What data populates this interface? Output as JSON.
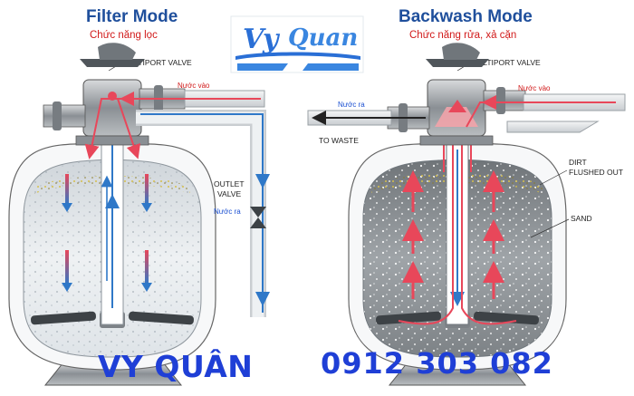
{
  "filter_panel": {
    "title": "Filter Mode",
    "subtitle": "Chức năng lọc",
    "valve_label": "MULTIPORT VALVE",
    "inlet_label": "Nước vào",
    "outlet_valve_label_line1": "OUTLET",
    "outlet_valve_label_line2": "VALVE",
    "outlet_water_label": "Nước ra"
  },
  "backwash_panel": {
    "title": "Backwash Mode",
    "subtitle": "Chức năng rửa, xả cặn",
    "valve_label": "MULTIPORT VALVE",
    "inlet_label": "Nước vào",
    "outlet_water_label": "Nước ra",
    "waste_label": "TO WASTE",
    "dirt_label_line1": "DIRT",
    "dirt_label_line2": "FLUSHED OUT",
    "sand_label": "SAND"
  },
  "logo": {
    "text_v": "Vy",
    "text_q": "Quan"
  },
  "footer": {
    "brand": "VY QUÂN",
    "phone": "0912 303 082"
  },
  "colors": {
    "title_blue": "#1f4f9c",
    "red_text": "#d11a1a",
    "flow_red": "#e8475a",
    "flow_blue": "#2f78c8",
    "brand_blue": "#1f3fd6"
  }
}
